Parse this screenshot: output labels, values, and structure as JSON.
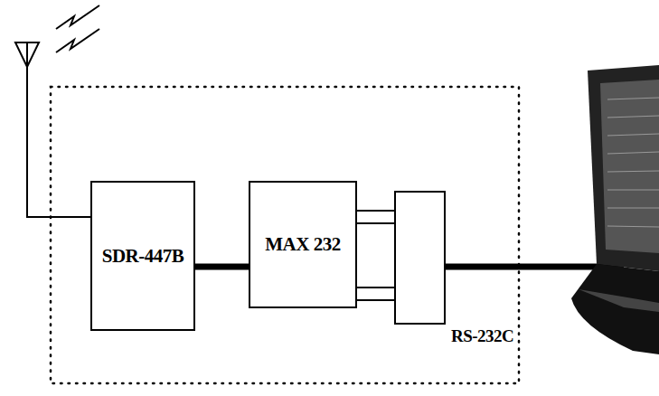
{
  "diagram": {
    "nodes": [
      {
        "text": [
          "SDR-447B"
        ]
      },
      {
        "text": [
          "MAX 232"
        ]
      }
    ],
    "edges": [
      {
        "from": 0,
        "to": 1,
        "arrow": "none"
      }
    ],
    "labels": [
      "RS-232C"
    ]
  }
}
